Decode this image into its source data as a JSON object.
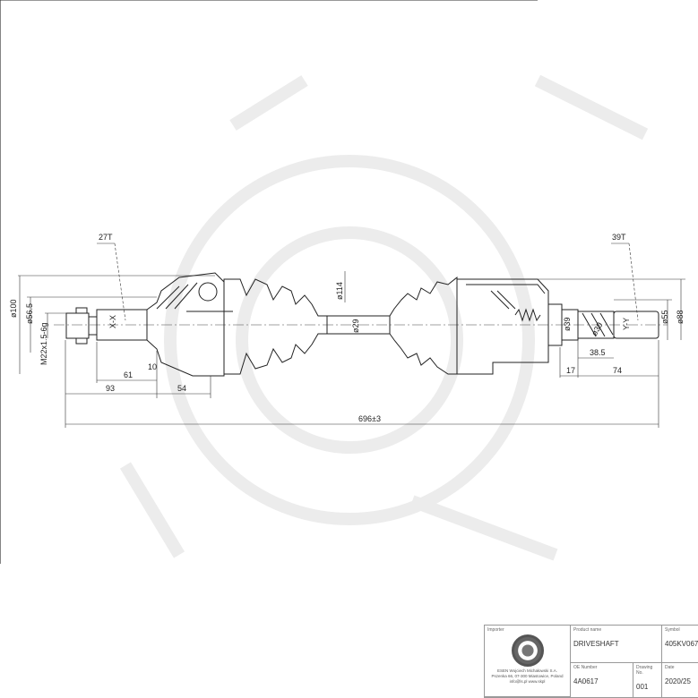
{
  "drawing": {
    "teeth_left": "27T",
    "teeth_right": "39T",
    "section_left": "X-X",
    "section_right": "Y-Y",
    "dimensions": {
      "d100": "ø100",
      "d56_5": "ø56.5",
      "thread": "M22x1.5-6g",
      "len_93": "93",
      "len_54": "54",
      "len_61": "61",
      "len_10": "10",
      "total": "696±3",
      "d114": "ø114",
      "d29": "ø29",
      "d39": "ø39",
      "d30": "ø30",
      "len_38_5": "38.5",
      "len_17": "17",
      "len_74": "74",
      "d55": "ø55",
      "d88": "ø88"
    }
  },
  "title_block": {
    "importer_label": "Importer",
    "importer_lines": [
      "ESEN Wojciech Michałowski S.A.",
      "Pszenka 66, 07-300 Miastowice, Poland",
      "info@ls.pl www.skpl"
    ],
    "product_name_label": "Product name",
    "product_name": "DRIVESHAFT",
    "symbol_label": "Symbol",
    "symbol": "405KV067",
    "oe_number_label": "OE Number",
    "oe_number": "4A0617",
    "drawing_no_label": "Drawing No.",
    "drawing_no": "001",
    "date_label": "Date",
    "date": "2020/25"
  }
}
